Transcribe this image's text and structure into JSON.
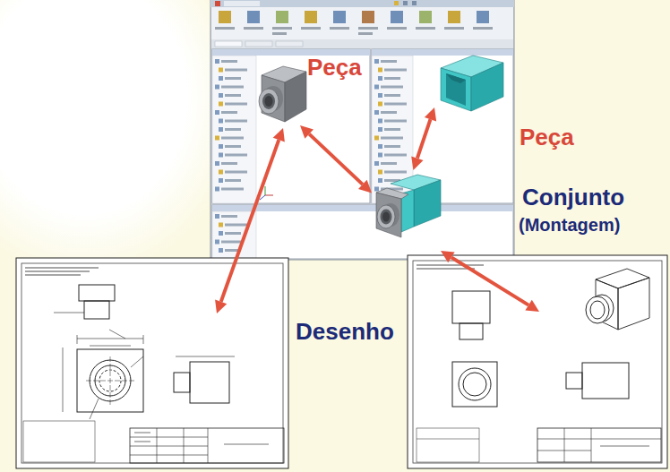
{
  "diagram": {
    "nodes": [
      {
        "text": [
          "Peça"
        ]
      },
      {
        "text": [
          "Peça"
        ]
      },
      {
        "text": [
          "Conjunto",
          "(Montagem)"
        ]
      }
    ],
    "edges": [
      {
        "from": 0,
        "to": 2,
        "arrow": "both"
      },
      {
        "from": 1,
        "to": 2,
        "arrow": "both"
      }
    ],
    "labels": [
      "Desenho"
    ]
  }
}
